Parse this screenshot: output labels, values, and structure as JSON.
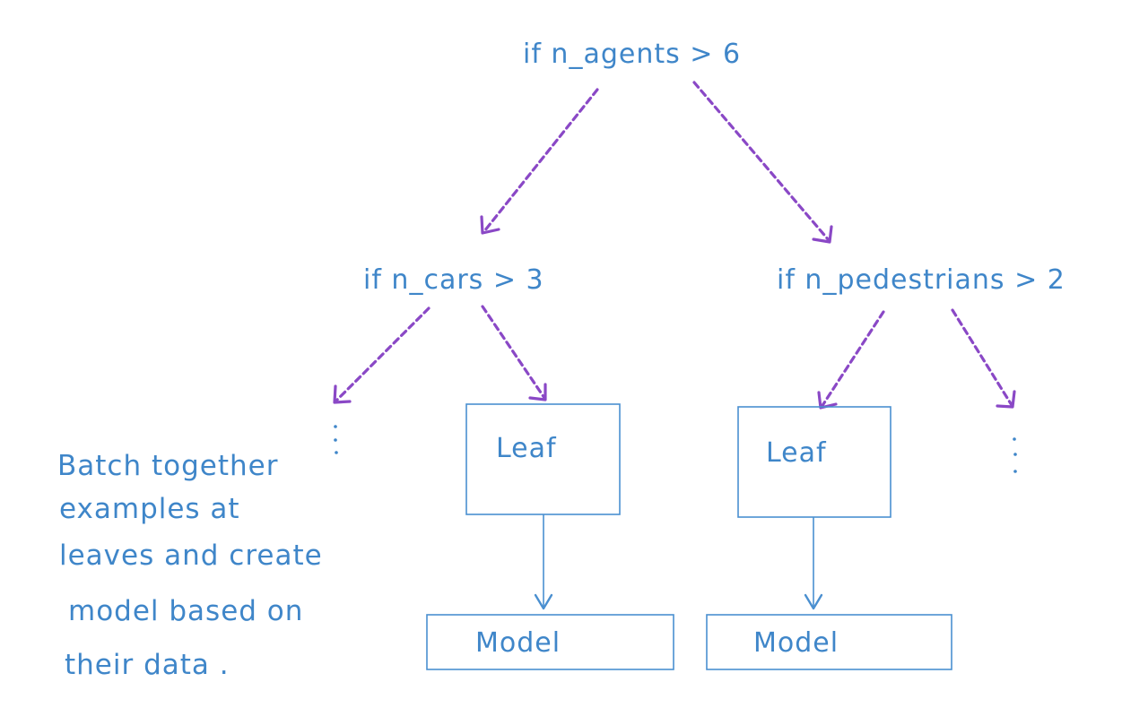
{
  "nodes": {
    "root": "if  n_agents > 6",
    "left": "if n_cars > 3",
    "right": "if  n_pedestrians > 2"
  },
  "boxes": {
    "leaf_left": "Leaf",
    "leaf_right": "Leaf",
    "model_left": "Model",
    "model_right": "Model"
  },
  "note": [
    "Batch together",
    "examples at",
    "leaves and create",
    "model based on",
    "their data ."
  ],
  "colors": {
    "text": "#3f86c9",
    "dashed_arrow": "#8a48c6",
    "box": "#4a8fd0"
  }
}
